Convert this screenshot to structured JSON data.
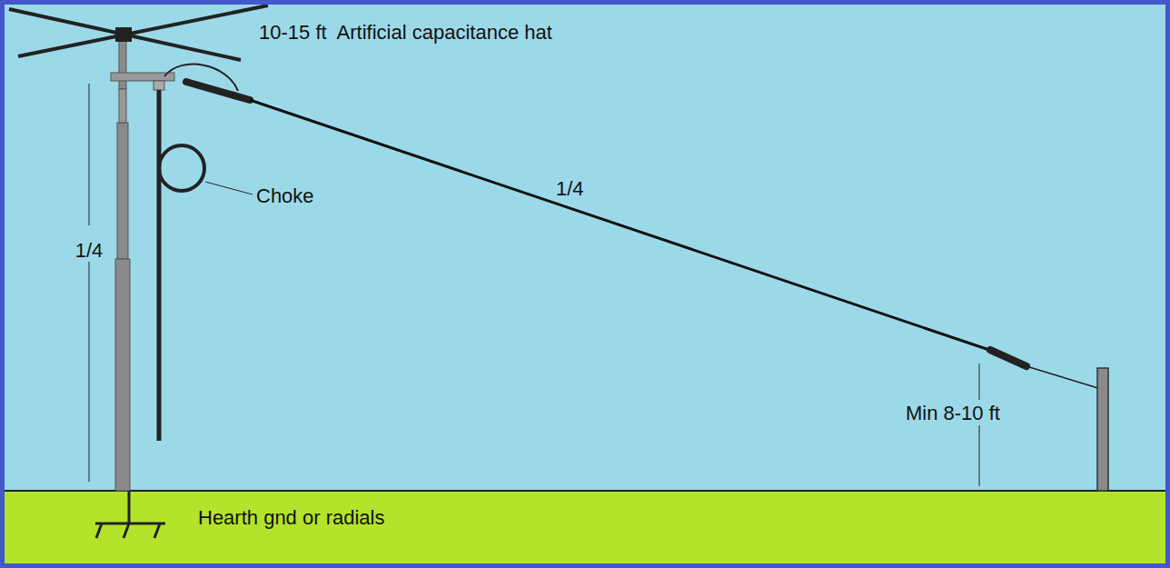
{
  "diagram": {
    "labels": [
      "10-15 ft  Artificial capacitance hat",
      "1/4",
      "Choke",
      "1/4",
      "Min 8-10 ft",
      "Hearth gnd or radials"
    ]
  }
}
